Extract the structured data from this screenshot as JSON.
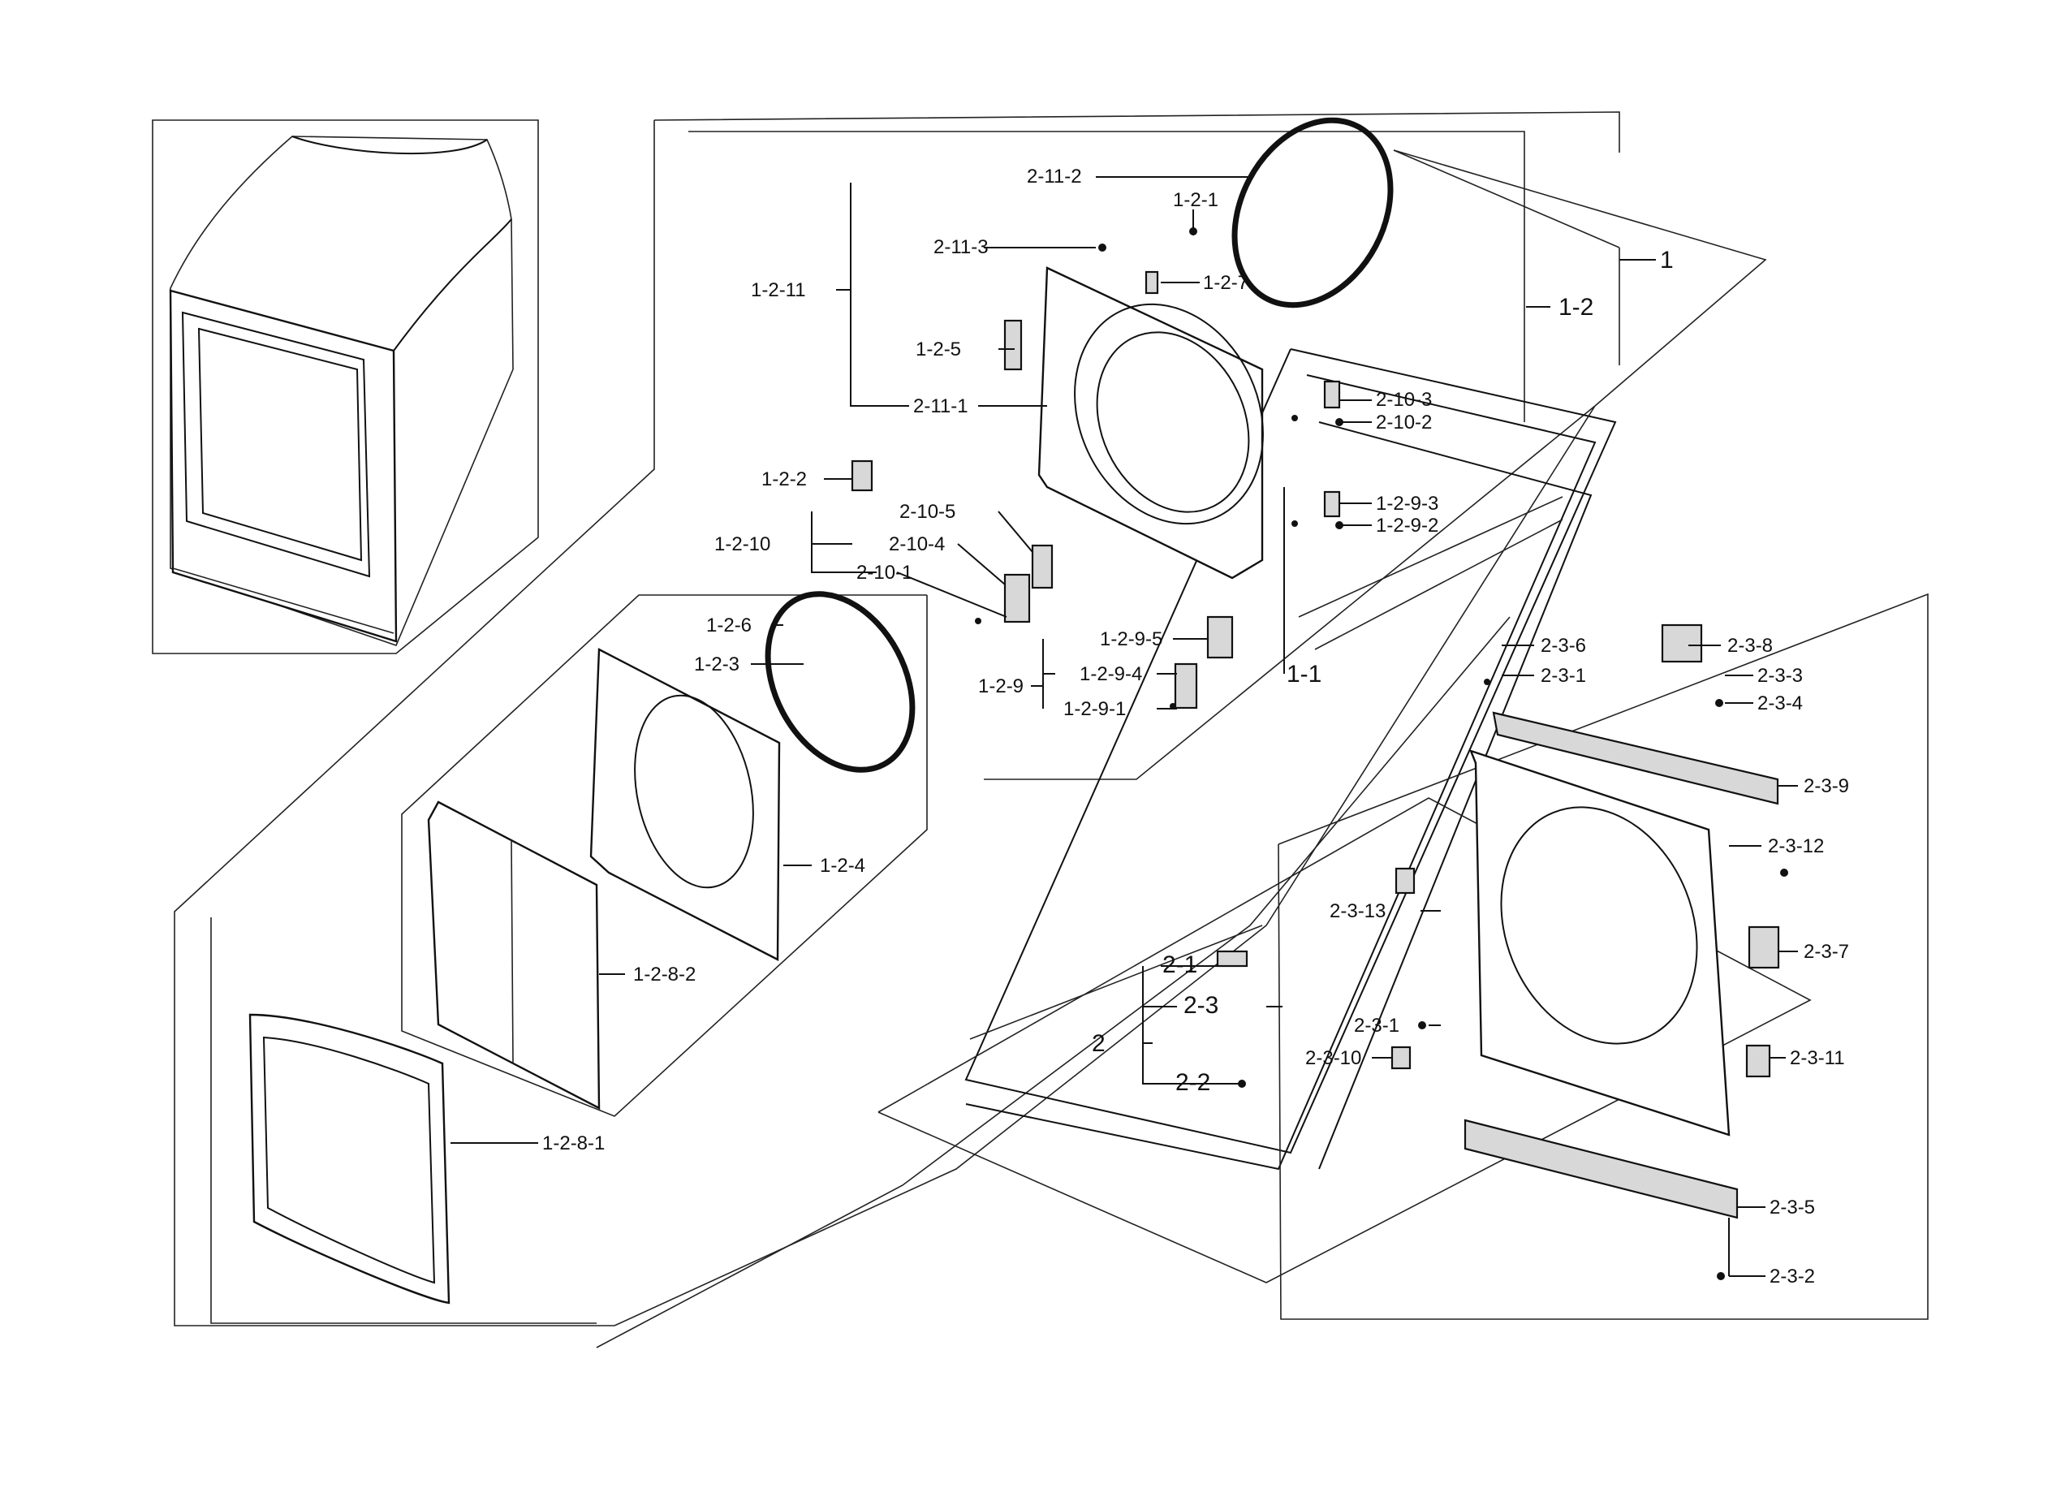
{
  "callouts": [
    {
      "id": "2-11-2",
      "text": "2-11-2"
    },
    {
      "id": "1-2-1",
      "text": "1-2-1"
    },
    {
      "id": "2-11-3",
      "text": "2-11-3"
    },
    {
      "id": "1-2-7",
      "text": "1-2-7"
    },
    {
      "id": "1-2-11",
      "text": "1-2-11"
    },
    {
      "id": "1-2-5",
      "text": "1-2-5"
    },
    {
      "id": "2-11-1",
      "text": "2-11-1"
    },
    {
      "id": "1",
      "text": "1"
    },
    {
      "id": "1-2",
      "text": "1-2"
    },
    {
      "id": "2-10-3",
      "text": "2-10-3"
    },
    {
      "id": "2-10-2",
      "text": "2-10-2"
    },
    {
      "id": "1-2-2",
      "text": "1-2-2"
    },
    {
      "id": "2-10-5",
      "text": "2-10-5"
    },
    {
      "id": "1-2-10",
      "text": "1-2-10"
    },
    {
      "id": "2-10-4",
      "text": "2-10-4"
    },
    {
      "id": "2-10-1",
      "text": "2-10-1"
    },
    {
      "id": "1-2-9-3",
      "text": "1-2-9-3"
    },
    {
      "id": "1-2-9-2",
      "text": "1-2-9-2"
    },
    {
      "id": "1-2-6",
      "text": "1-2-6"
    },
    {
      "id": "1-2-3",
      "text": "1-2-3"
    },
    {
      "id": "1-2-9-5",
      "text": "1-2-9-5"
    },
    {
      "id": "1-2-9",
      "text": "1-2-9"
    },
    {
      "id": "1-2-9-4",
      "text": "1-2-9-4"
    },
    {
      "id": "1-2-9-1",
      "text": "1-2-9-1"
    },
    {
      "id": "1-1",
      "text": "1-1"
    },
    {
      "id": "1-2-4",
      "text": "1-2-4"
    },
    {
      "id": "1-2-8-2",
      "text": "1-2-8-2"
    },
    {
      "id": "1-2-8-1",
      "text": "1-2-8-1"
    },
    {
      "id": "2-3-6",
      "text": "2-3-6"
    },
    {
      "id": "2-3-8",
      "text": "2-3-8"
    },
    {
      "id": "2-3-1-top",
      "text": "2-3-1"
    },
    {
      "id": "2-3-3",
      "text": "2-3-3"
    },
    {
      "id": "2-3-4",
      "text": "2-3-4"
    },
    {
      "id": "2-3-9",
      "text": "2-3-9"
    },
    {
      "id": "2-3-12",
      "text": "2-3-12"
    },
    {
      "id": "2-3-13",
      "text": "2-3-13"
    },
    {
      "id": "2-3-7",
      "text": "2-3-7"
    },
    {
      "id": "2-1",
      "text": "2-1"
    },
    {
      "id": "2-3",
      "text": "2-3"
    },
    {
      "id": "2",
      "text": "2"
    },
    {
      "id": "2-3-1-mid",
      "text": "2-3-1"
    },
    {
      "id": "2-2",
      "text": "2-2"
    },
    {
      "id": "2-3-10",
      "text": "2-3-10"
    },
    {
      "id": "2-3-11",
      "text": "2-3-11"
    },
    {
      "id": "2-3-5",
      "text": "2-3-5"
    },
    {
      "id": "2-3-2",
      "text": "2-3-2"
    }
  ]
}
